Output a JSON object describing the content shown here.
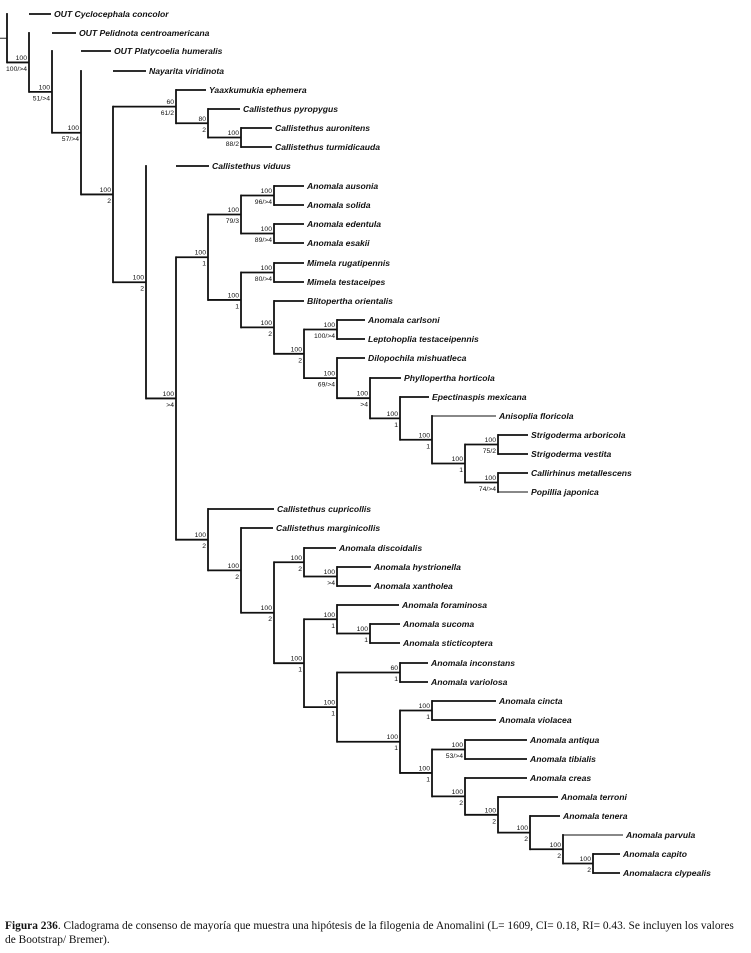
{
  "caption": {
    "label": "Figura 236",
    "text": ". Cladograma de consenso de mayoría que muestra una hipótesis de la filogenia de Anomalini (L= 1609, CI= 0.18, RI= 0.43. Se incluyen los valores de Bootstrap/ Bremer)."
  },
  "taxa": [
    "OUT Cyclocephala concolor",
    "OUT Pelidnota centroamericana",
    "OUT Platycoelia humeralis",
    "Nayarita viridinota",
    "Yaaxkumukia ephemera",
    "Callistethus pyropygus",
    "Callistethus auronitens",
    "Callistethus turmidicauda",
    "Callistethus viduus",
    "Anomala ausonia",
    "Anomala solida",
    "Anomala edentula",
    "Anomala esakii",
    "Mimela rugatipennis",
    "Mimela testaceipes",
    "Blitopertha orientalis",
    "Anomala carlsoni",
    "Leptohoplia testaceipennis",
    "Dilopochila mishuatleca",
    "Phyllopertha horticola",
    "Epectinaspis mexicana",
    "Anisoplia floricola",
    "Strigoderma arboricola",
    "Strigoderma vestita",
    "Callirhinus metallescens",
    "Popillia japonica",
    "Callistethus cupricollis",
    "Callistethus marginicollis",
    "Anomala discoidalis",
    "Anomala hystrionella",
    "Anomala xantholea",
    "Anomala foraminosa",
    "Anomala sucoma",
    "Anomala sticticoptera",
    "Anomala inconstans",
    "Anomala variolosa",
    "Anomala cincta",
    "Anomala violacea",
    "Anomala antiqua",
    "Anomala tibialis",
    "Anomala creas",
    "Anomala terroni",
    "Anomala tenera",
    "Anomala parvula",
    "Anomala capito",
    "Anomalacra clypealis"
  ],
  "nodes": [
    {
      "id": "n1",
      "children": [
        "t:0",
        "n2"
      ],
      "top": "",
      "bottom": ""
    },
    {
      "id": "n2",
      "children": [
        "t:1",
        "n3"
      ],
      "top": "100",
      "bottom": "100/>4"
    },
    {
      "id": "n3",
      "children": [
        "t:2",
        "n4"
      ],
      "top": "100",
      "bottom": "51/>4"
    },
    {
      "id": "n4",
      "children": [
        "t:3",
        "n5"
      ],
      "top": "100",
      "bottom": "57/>4"
    },
    {
      "id": "n5",
      "children": [
        "n6",
        "n9"
      ],
      "top": "100",
      "bottom": "2"
    },
    {
      "id": "n6",
      "children": [
        "t:4",
        "n7"
      ],
      "top": "60",
      "bottom": "61/2"
    },
    {
      "id": "n7",
      "children": [
        "t:5",
        "n8"
      ],
      "top": "80",
      "bottom": "2"
    },
    {
      "id": "n8",
      "children": [
        "t:6",
        "t:7"
      ],
      "top": "100",
      "bottom": "88/2"
    },
    {
      "id": "n9",
      "children": [
        "t:8",
        "n10"
      ],
      "top": "100",
      "bottom": "2"
    },
    {
      "id": "n10",
      "children": [
        "n11",
        "n27"
      ],
      "top": "100",
      "bottom": ">4"
    },
    {
      "id": "n11",
      "children": [
        "n12",
        "n15"
      ],
      "top": "100",
      "bottom": "1"
    },
    {
      "id": "n12",
      "children": [
        "n13",
        "n14"
      ],
      "top": "100",
      "bottom": "79/3"
    },
    {
      "id": "n13",
      "children": [
        "t:9",
        "t:10"
      ],
      "top": "100",
      "bottom": "96/>4"
    },
    {
      "id": "n14",
      "children": [
        "t:11",
        "t:12"
      ],
      "top": "100",
      "bottom": "89/>4"
    },
    {
      "id": "n15",
      "children": [
        "n16",
        "n17"
      ],
      "top": "100",
      "bottom": "1"
    },
    {
      "id": "n16",
      "children": [
        "t:13",
        "t:14"
      ],
      "top": "100",
      "bottom": "80/>4"
    },
    {
      "id": "n17",
      "children": [
        "t:15",
        "n18"
      ],
      "top": "100",
      "bottom": "2"
    },
    {
      "id": "n18",
      "children": [
        "n19",
        "n20"
      ],
      "top": "100",
      "bottom": "2"
    },
    {
      "id": "n19",
      "children": [
        "t:16",
        "t:17"
      ],
      "top": "100",
      "bottom": "100/>4"
    },
    {
      "id": "n20",
      "children": [
        "t:18",
        "n21"
      ],
      "top": "100",
      "bottom": "69/>4"
    },
    {
      "id": "n21",
      "children": [
        "t:19",
        "n22"
      ],
      "top": "100",
      "bottom": ">4"
    },
    {
      "id": "n22",
      "children": [
        "t:20",
        "n23"
      ],
      "top": "100",
      "bottom": "1"
    },
    {
      "id": "n23",
      "children": [
        "t:21",
        "n24"
      ],
      "top": "100",
      "bottom": "1"
    },
    {
      "id": "n24",
      "children": [
        "n25",
        "n26"
      ],
      "top": "100",
      "bottom": "1"
    },
    {
      "id": "n25",
      "children": [
        "t:22",
        "t:23"
      ],
      "top": "100",
      "bottom": "75/2"
    },
    {
      "id": "n26",
      "children": [
        "t:24",
        "t:25"
      ],
      "top": "100",
      "bottom": "74/>4"
    },
    {
      "id": "n27",
      "children": [
        "t:26",
        "n28"
      ],
      "top": "100",
      "bottom": "2"
    },
    {
      "id": "n28",
      "children": [
        "t:27",
        "n29"
      ],
      "top": "100",
      "bottom": "2"
    },
    {
      "id": "n29",
      "children": [
        "n30",
        "n32"
      ],
      "top": "100",
      "bottom": "2"
    },
    {
      "id": "n30",
      "children": [
        "t:28",
        "n31"
      ],
      "top": "100",
      "bottom": "2"
    },
    {
      "id": "n31",
      "children": [
        "t:29",
        "t:30"
      ],
      "top": "100",
      "bottom": ">4"
    },
    {
      "id": "n32",
      "children": [
        "n33",
        "n35"
      ],
      "top": "100",
      "bottom": "1"
    },
    {
      "id": "n33",
      "children": [
        "t:31",
        "n34"
      ],
      "top": "100",
      "bottom": "1"
    },
    {
      "id": "n34",
      "children": [
        "t:32",
        "t:33"
      ],
      "top": "100",
      "bottom": "1"
    },
    {
      "id": "n35",
      "children": [
        "n36",
        "n37"
      ],
      "top": "100",
      "bottom": "1"
    },
    {
      "id": "n36",
      "children": [
        "t:34",
        "t:35"
      ],
      "top": "60",
      "bottom": "1"
    },
    {
      "id": "n37",
      "children": [
        "n38",
        "n39"
      ],
      "top": "100",
      "bottom": "1"
    },
    {
      "id": "n38",
      "children": [
        "t:36",
        "t:37"
      ],
      "top": "100",
      "bottom": "1"
    },
    {
      "id": "n39",
      "children": [
        "n40",
        "n41"
      ],
      "top": "100",
      "bottom": "1"
    },
    {
      "id": "n40",
      "children": [
        "t:38",
        "t:39"
      ],
      "top": "100",
      "bottom": "53/>4"
    },
    {
      "id": "n41",
      "children": [
        "t:40",
        "n42"
      ],
      "top": "100",
      "bottom": "2"
    },
    {
      "id": "n42",
      "children": [
        "t:41",
        "n43"
      ],
      "top": "100",
      "bottom": "2"
    },
    {
      "id": "n43",
      "children": [
        "t:42",
        "n44"
      ],
      "top": "100",
      "bottom": "2"
    },
    {
      "id": "n44",
      "children": [
        "t:43",
        "n45"
      ],
      "top": "100",
      "bottom": "2"
    },
    {
      "id": "n45",
      "children": [
        "t:44",
        "t:45"
      ],
      "top": "100",
      "bottom": "2"
    }
  ]
}
